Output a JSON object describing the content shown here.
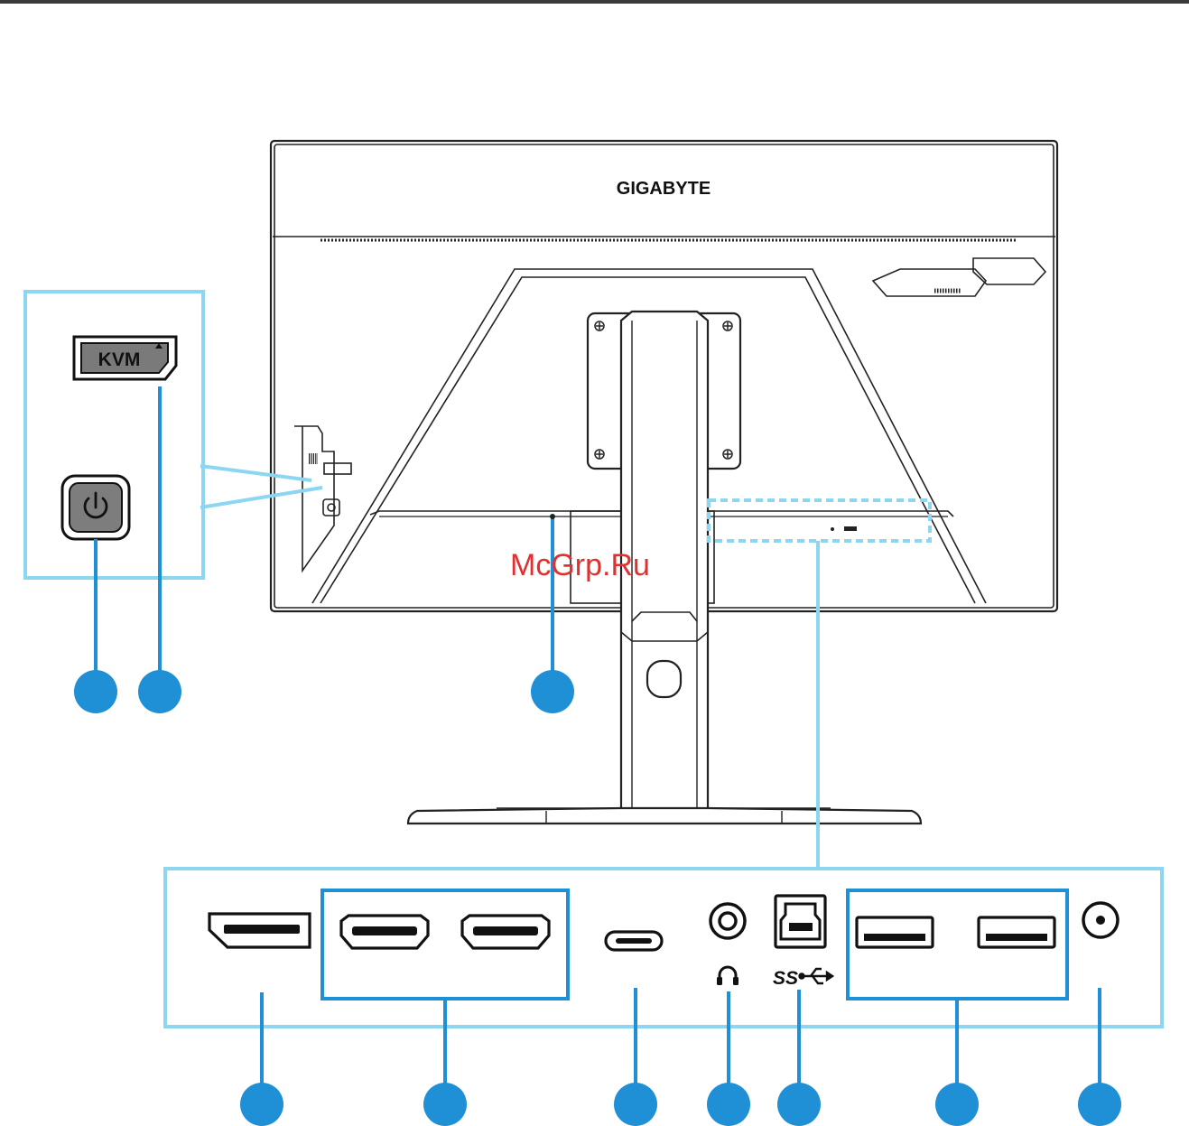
{
  "monitor": {
    "brand_logo": "GIGABYTE"
  },
  "controls": {
    "kvm_label": "KVM",
    "power_icon": "power-icon"
  },
  "ports": {
    "ss_label": "SS",
    "icons": [
      "displayport-icon",
      "hdmi-icon",
      "hdmi-icon",
      "usb-c-icon",
      "headphone-jack-icon",
      "usb-b-icon",
      "usb-a-icon",
      "usb-a-icon",
      "dc-in-icon"
    ]
  },
  "watermark": "McGrp.Ru",
  "colors": {
    "callout": "#8dd6f2",
    "marker": "#1f8fd6",
    "watermark": "#e03030"
  }
}
